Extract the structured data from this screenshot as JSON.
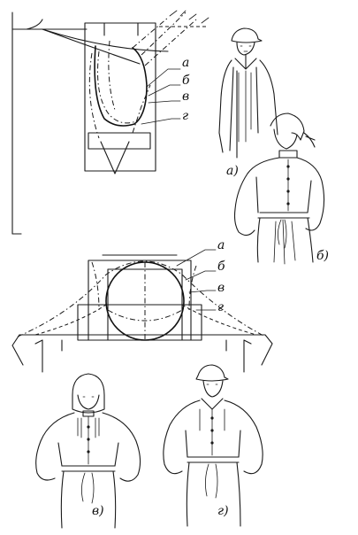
{
  "labels": {
    "upper_a": "а",
    "upper_b": "б",
    "upper_v": "в",
    "upper_g": "г",
    "lower_a": "а",
    "lower_b": "б",
    "lower_v": "в",
    "lower_g": "г",
    "fig_a": "а)",
    "fig_b": "б)",
    "fig_v": "в)",
    "fig_g": "г)"
  }
}
